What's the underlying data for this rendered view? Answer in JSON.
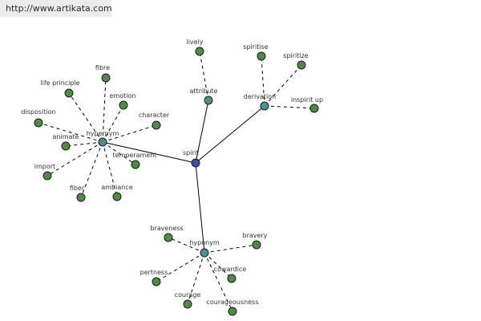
{
  "banner": {
    "url_text": "http://www.artikata.com"
  },
  "colors": {
    "root": "#3b4fa3",
    "hub": "#4d8f93",
    "leaf": "#4e8c45",
    "edge": "#000000"
  },
  "graph": {
    "root": {
      "id": "spirit",
      "label": "spirit"
    },
    "hubs": [
      {
        "id": "hypernym",
        "label": "hypernym",
        "leaves": [
          "fibre",
          "life principle",
          "emotion",
          "character",
          "disposition",
          "animate",
          "temperament",
          "import",
          "fiber",
          "ambiance"
        ]
      },
      {
        "id": "attribute",
        "label": "attribute",
        "leaves": [
          "lively"
        ]
      },
      {
        "id": "derivation",
        "label": "derivation",
        "leaves": [
          "spiritise",
          "spiritize",
          "inspirit up"
        ]
      },
      {
        "id": "hyponym",
        "label": "hyponym",
        "leaves": [
          "braveness",
          "bravery",
          "pertness",
          "cowardice",
          "courage",
          "courageousness"
        ]
      }
    ]
  }
}
